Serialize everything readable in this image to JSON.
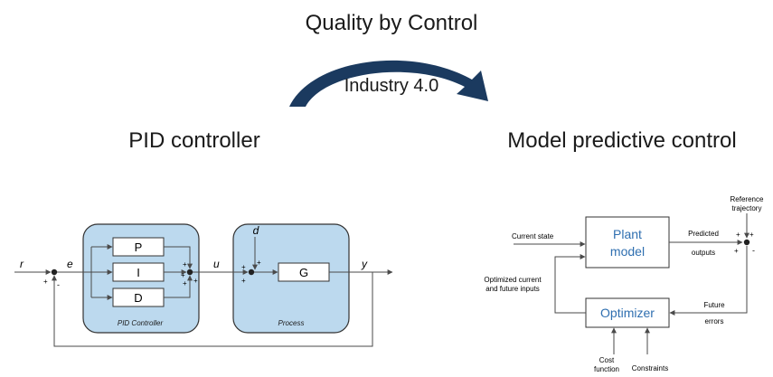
{
  "header": {
    "title": "Quality by Control",
    "subtitle": "Industry 4.0"
  },
  "pid": {
    "heading": "PID controller",
    "signals": {
      "r": "r",
      "e": "e",
      "u": "u",
      "d": "d",
      "y": "y"
    },
    "blocks": {
      "p": "P",
      "i": "I",
      "d": "D",
      "g": "G"
    },
    "groups": {
      "controller": "PID Controller",
      "process": "Process"
    },
    "signs": {
      "plus": "+",
      "minus": "-"
    }
  },
  "mpc": {
    "heading": "Model predictive control",
    "blocks": {
      "plant_line1": "Plant",
      "plant_line2": "model",
      "optimizer": "Optimizer"
    },
    "labels": {
      "current_state": "Current state",
      "reference_line1": "Reference",
      "reference_line2": "trajectory",
      "predicted_line1": "Predicted",
      "predicted_line2": "outputs",
      "optimized_line1": "Optimized current",
      "optimized_line2": "and future inputs",
      "future_line1": "Future",
      "future_line2": "errors",
      "cost_line1": "Cost",
      "cost_line2": "function",
      "constraints": "Constraints"
    },
    "signs": {
      "plus": "+",
      "minus": "-"
    }
  },
  "colors": {
    "arrow": "#1b3a5f",
    "panel_fill": "#bcd9ee",
    "panel_stroke": "#333333",
    "block_text_mpc": "#2f6fb0",
    "line": "#4a4a4a"
  }
}
